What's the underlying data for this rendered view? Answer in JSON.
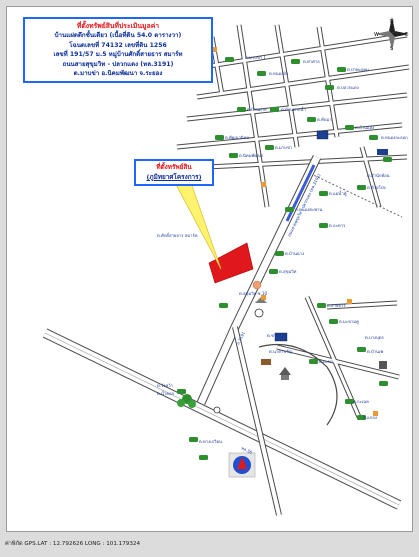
{
  "info_box": {
    "lines": [
      "ที่ตั้งทรัพย์สินที่ประเมินมูลค่า",
      "บ้านแฝดตึกชั้นเดียว (เนื้อที่ดิน 54.0 ตารางวา)",
      "โฉนดเลขที่ 74132 เลขที่ดิน 1256",
      "เลขที่ 191/57 ม.5 หมู่บ้านศักดิ์สายธาร สมาร์ท",
      "ถนนสายสุขุมวิท - ปลวกแดง (ทล.3191)",
      "ต.มาบข่า อ.นิคมพัฒนา จ.ระยอง"
    ]
  },
  "callout": {
    "line1": "ที่ตั้งทรัพย์สิน",
    "line2": "(ภูมิทยาศโครงการ)"
  },
  "compass": {
    "n": "N",
    "s": "S",
    "e": "E",
    "w": "W"
  },
  "map_labels": [
    "ต.มาบข่า 1",
    "ต.หนองบัว",
    "ต.ท่าศาล",
    "ต.ป่าพะยอม",
    "ต.ปลวกแดง",
    "ต.บ้านค่าย",
    "ต.บ้านปากน้ำ",
    "ต.พัฒนานิคม",
    "ต.นิคมพัฒนา",
    "ต.มาบข่า",
    "ต.ศักดิ์สายธาร สมาร์ท",
    "ต.สุขุมวิท ซ.10",
    "ต.ทับมา",
    "ต.บ้านแลง",
    "ต.หนองละลอก",
    "ต.สำนักท้อน",
    "ต.ห้วยโป่ง",
    "ต.แม่น้ำคู้",
    "ต.หนองตะพาน",
    "ต.ละหาร",
    "ต.บ้านฉาง",
    "ต.สุขุมวิท",
    "ต.สายธาร",
    "ต.มะขามคู่",
    "ต.บางบุตร",
    "ต.บ้านเพ",
    "ต.ชากบก",
    "ต.นาตาขวัญ",
    "ต.ตะพง",
    "ต.วังหว้า",
    "ต.น้ำคอก",
    "ต.กะเฉด",
    "ต.แกลง",
    "ต.ทางเกวียน"
  ],
  "roads": {
    "main_road": "ถนนสายสุขุมวิท - ปลวกแดง (ทล.3191)",
    "side_road": "ถ.3191",
    "lower_road": "ทล.36"
  },
  "gps": "ค่าพิกัด GPS.LAT : 12.792626 LONG : 101.179324",
  "colors": {
    "info_border": "#1f66ff",
    "title_red": "#e0181c",
    "text_blue": "#0d2f9c",
    "property_red": "#e0181c",
    "road_fill": "#ffffff",
    "road_edge": "#4a4a4a",
    "main_road_band": "#3a5bd8"
  },
  "icons": [
    "car-icon",
    "building-icon",
    "school-icon",
    "temple-icon",
    "gas-station-icon",
    "tree-icon",
    "compass-rose-icon"
  ]
}
